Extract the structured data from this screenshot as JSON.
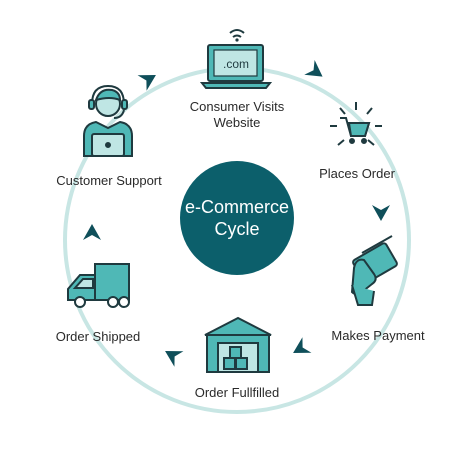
{
  "center": {
    "line1": "e-Commerce",
    "line2": "Cycle"
  },
  "steps": [
    {
      "label_line1": "Consumer Visits",
      "label_line2": "Website",
      "icon": "laptop-website-icon"
    },
    {
      "label_line1": "Places Order",
      "icon": "shopping-cart-icon"
    },
    {
      "label_line1": "Makes Payment",
      "icon": "credit-card-hand-icon"
    },
    {
      "label_line1": "Order Fullfilled",
      "icon": "warehouse-boxes-icon"
    },
    {
      "label_line1": "Order Shipped",
      "icon": "delivery-truck-icon"
    },
    {
      "label_line1": "Customer Support",
      "icon": "support-agent-icon"
    }
  ],
  "laptop_screen_text": ".com",
  "colors": {
    "ring": "#c8e6e4",
    "center_fill": "#0c5f6b",
    "arrow": "#0f4f5a",
    "icon_fill": "#4fb8b6",
    "icon_stroke": "#1f3a3f"
  }
}
